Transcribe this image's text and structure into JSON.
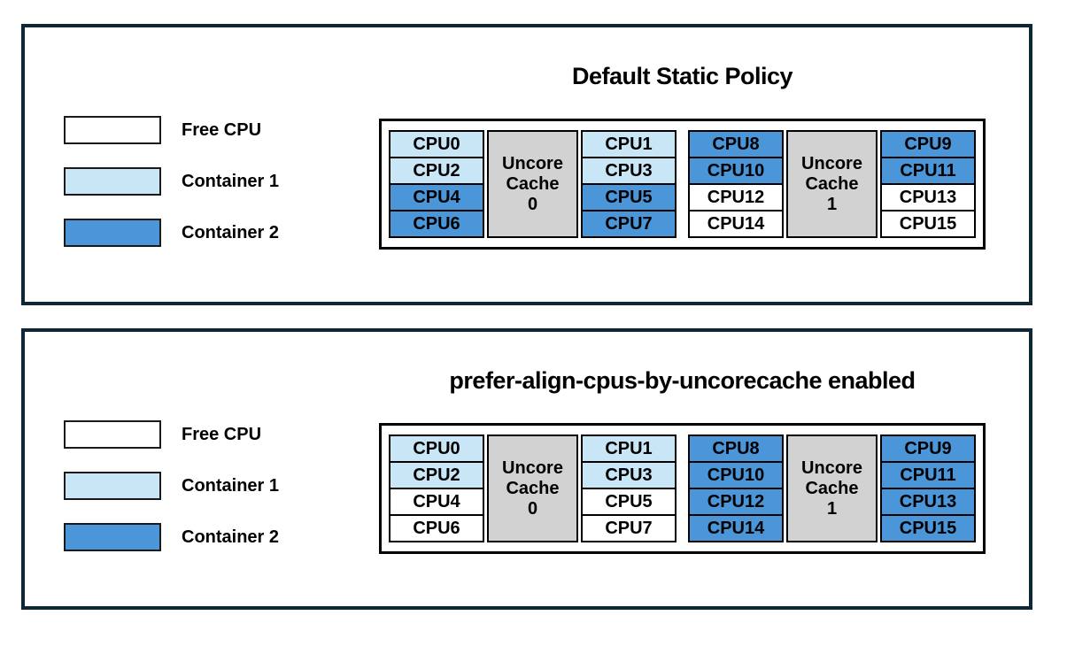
{
  "colors": {
    "panel_border": "#0d2736",
    "free_cpu": "#ffffff",
    "container1": "#c9e6f7",
    "container2": "#4a96d8",
    "uncore_cache": "#d2d2d2",
    "cell_border": "#000000"
  },
  "legend": {
    "items": [
      {
        "label": "Free CPU",
        "type": "free"
      },
      {
        "label": "Container 1",
        "type": "container1"
      },
      {
        "label": "Container 2",
        "type": "container2"
      }
    ]
  },
  "panels": [
    {
      "title": "Default Static Policy",
      "groups": [
        {
          "cache_lines": [
            "Uncore",
            "Cache",
            "0"
          ],
          "left_cpus": [
            {
              "label": "CPU0",
              "type": "container1"
            },
            {
              "label": "CPU2",
              "type": "container1"
            },
            {
              "label": "CPU4",
              "type": "container2"
            },
            {
              "label": "CPU6",
              "type": "container2"
            }
          ],
          "right_cpus": [
            {
              "label": "CPU1",
              "type": "container1"
            },
            {
              "label": "CPU3",
              "type": "container1"
            },
            {
              "label": "CPU5",
              "type": "container2"
            },
            {
              "label": "CPU7",
              "type": "container2"
            }
          ]
        },
        {
          "cache_lines": [
            "Uncore",
            "Cache",
            "1"
          ],
          "left_cpus": [
            {
              "label": "CPU8",
              "type": "container2"
            },
            {
              "label": "CPU10",
              "type": "container2"
            },
            {
              "label": "CPU12",
              "type": "free"
            },
            {
              "label": "CPU14",
              "type": "free"
            }
          ],
          "right_cpus": [
            {
              "label": "CPU9",
              "type": "container2"
            },
            {
              "label": "CPU11",
              "type": "container2"
            },
            {
              "label": "CPU13",
              "type": "free"
            },
            {
              "label": "CPU15",
              "type": "free"
            }
          ]
        }
      ]
    },
    {
      "title": "prefer-align-cpus-by-uncorecache enabled",
      "groups": [
        {
          "cache_lines": [
            "Uncore",
            "Cache",
            "0"
          ],
          "left_cpus": [
            {
              "label": "CPU0",
              "type": "container1"
            },
            {
              "label": "CPU2",
              "type": "container1"
            },
            {
              "label": "CPU4",
              "type": "free"
            },
            {
              "label": "CPU6",
              "type": "free"
            }
          ],
          "right_cpus": [
            {
              "label": "CPU1",
              "type": "container1"
            },
            {
              "label": "CPU3",
              "type": "container1"
            },
            {
              "label": "CPU5",
              "type": "free"
            },
            {
              "label": "CPU7",
              "type": "free"
            }
          ]
        },
        {
          "cache_lines": [
            "Uncore",
            "Cache",
            "1"
          ],
          "left_cpus": [
            {
              "label": "CPU8",
              "type": "container2"
            },
            {
              "label": "CPU10",
              "type": "container2"
            },
            {
              "label": "CPU12",
              "type": "container2"
            },
            {
              "label": "CPU14",
              "type": "container2"
            }
          ],
          "right_cpus": [
            {
              "label": "CPU9",
              "type": "container2"
            },
            {
              "label": "CPU11",
              "type": "container2"
            },
            {
              "label": "CPU13",
              "type": "container2"
            },
            {
              "label": "CPU15",
              "type": "container2"
            }
          ]
        }
      ]
    }
  ]
}
